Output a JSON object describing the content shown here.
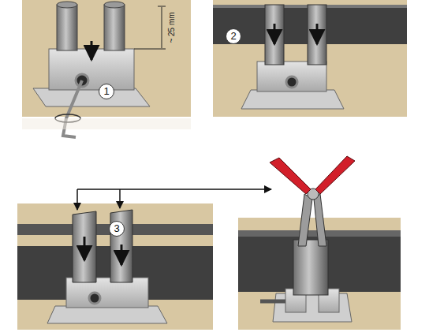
{
  "diagram": {
    "labels": [
      "~ 25 mm",
      "1",
      "2",
      "3"
    ]
  }
}
